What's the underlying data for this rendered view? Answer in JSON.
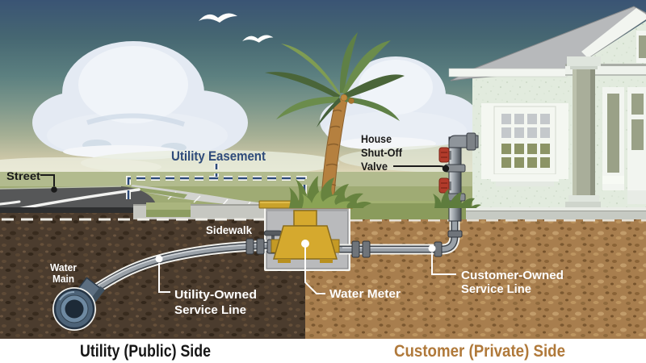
{
  "labels": {
    "street": "Street",
    "utility_easement": "Utility Easement",
    "sidewalk": "Sidewalk",
    "water_main": [
      "Water",
      "Main"
    ],
    "utility_owned_service_line": [
      "Utility-Owned",
      "Service Line"
    ],
    "water_meter": "Water Meter",
    "customer_owned_service_line": [
      "Customer-Owned",
      "Service Line"
    ],
    "house_shut_off_valve": [
      "House",
      "Shut-Off",
      "Valve"
    ]
  },
  "footer": {
    "utility_side": "Utility (Public) Side",
    "customer_side": "Customer (Private) Side"
  },
  "colors": {
    "easement_blue": "#2e4b7a",
    "utility_side_black": "#161616",
    "customer_side_brown": "#b0793a",
    "label_white": "#ffffff",
    "label_black": "#1a1a1a",
    "meter_gold": "#d5a92e",
    "valve_red": "#b23b2b",
    "soil_public_dark": "#4b3c2e",
    "soil_private_tan": "#a87e4e"
  }
}
